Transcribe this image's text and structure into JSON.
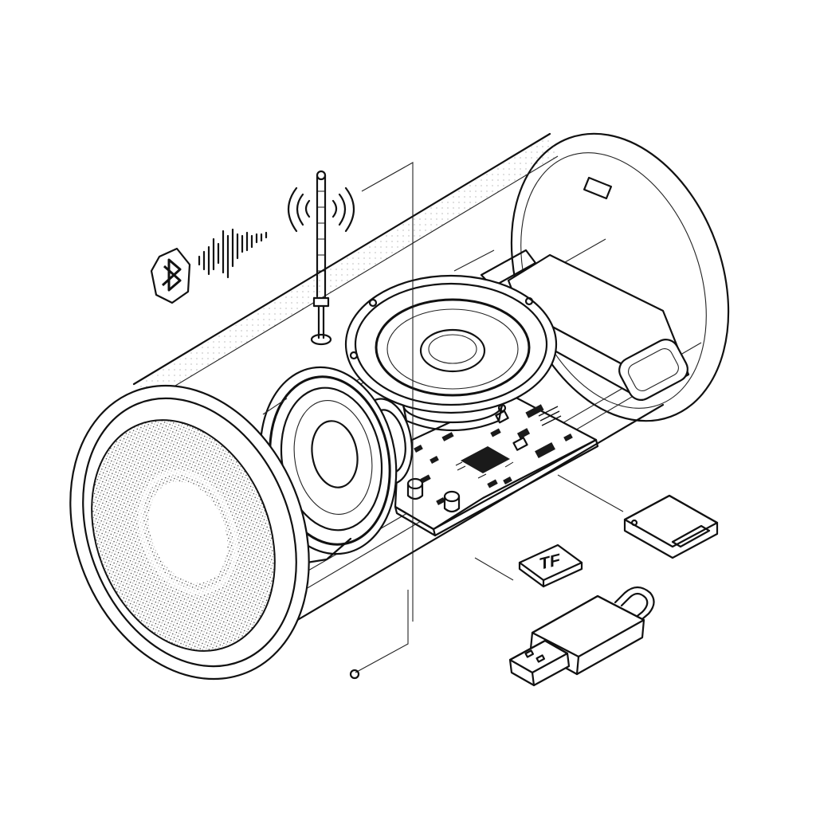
{
  "diagram": {
    "parts": [
      {
        "id": "enclosure",
        "icon": "cylinder-shell"
      },
      {
        "id": "front-grille",
        "icon": "mesh-grille"
      },
      {
        "id": "woofer",
        "icon": "speaker-cone"
      },
      {
        "id": "passive-radiator",
        "icon": "speaker-cone"
      },
      {
        "id": "circuit-board",
        "icon": "pcb"
      },
      {
        "id": "battery",
        "icon": "battery-pack"
      },
      {
        "id": "antenna",
        "icon": "antenna"
      },
      {
        "id": "bluetooth",
        "icon": "bluetooth-icon"
      },
      {
        "id": "sound-wave",
        "icon": "waveform-icon"
      },
      {
        "id": "sd-card",
        "icon": "sd-card-icon"
      },
      {
        "id": "usb-drive",
        "icon": "usb-drive-icon"
      }
    ],
    "tf_label": "TF"
  }
}
